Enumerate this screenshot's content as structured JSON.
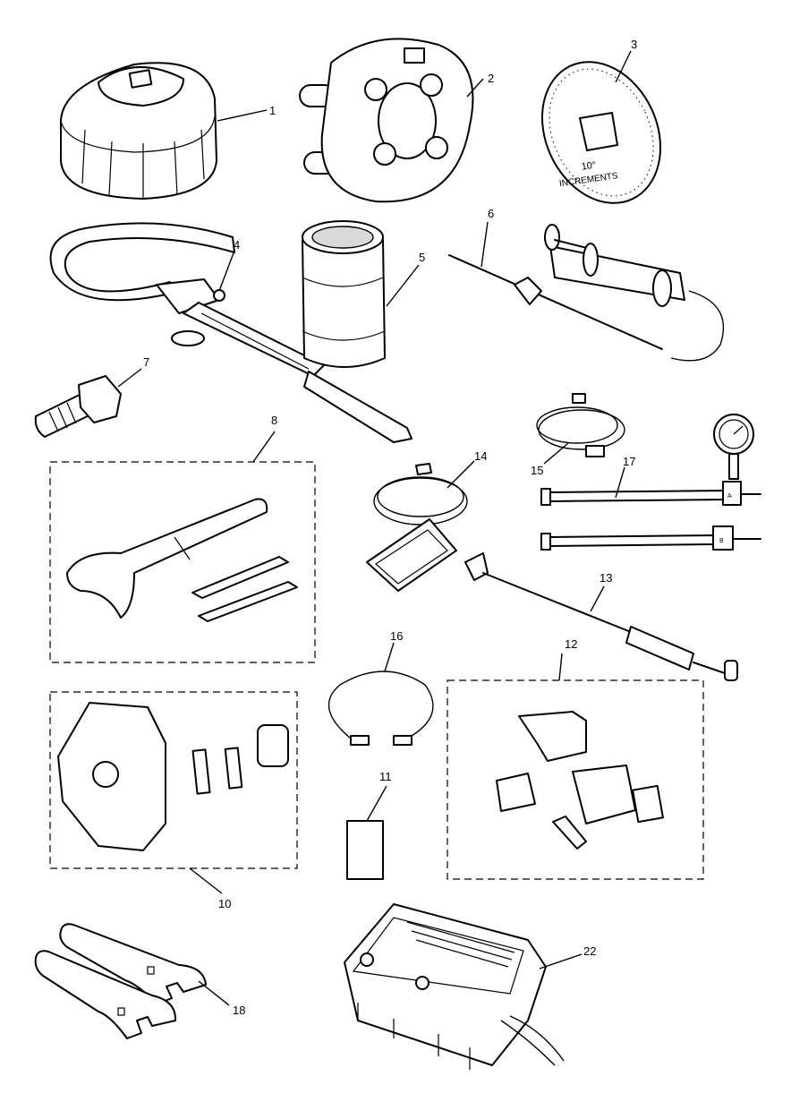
{
  "diagram": {
    "callouts": [
      {
        "id": "1",
        "label": "1"
      },
      {
        "id": "2",
        "label": "2"
      },
      {
        "id": "3",
        "label": "3"
      },
      {
        "id": "4",
        "label": "4"
      },
      {
        "id": "5",
        "label": "5"
      },
      {
        "id": "6",
        "label": "6"
      },
      {
        "id": "7",
        "label": "7"
      },
      {
        "id": "8",
        "label": "8"
      },
      {
        "id": "10",
        "label": "10"
      },
      {
        "id": "11",
        "label": "11"
      },
      {
        "id": "12",
        "label": "12"
      },
      {
        "id": "13",
        "label": "13"
      },
      {
        "id": "14",
        "label": "14"
      },
      {
        "id": "15",
        "label": "15"
      },
      {
        "id": "16",
        "label": "16"
      },
      {
        "id": "17",
        "label": "17"
      },
      {
        "id": "18",
        "label": "18"
      },
      {
        "id": "22",
        "label": "22"
      }
    ],
    "dial_text": {
      "line1": "10°",
      "line2": "INCREMENTS"
    },
    "port_labels": {
      "a": "A",
      "b": "B"
    }
  }
}
